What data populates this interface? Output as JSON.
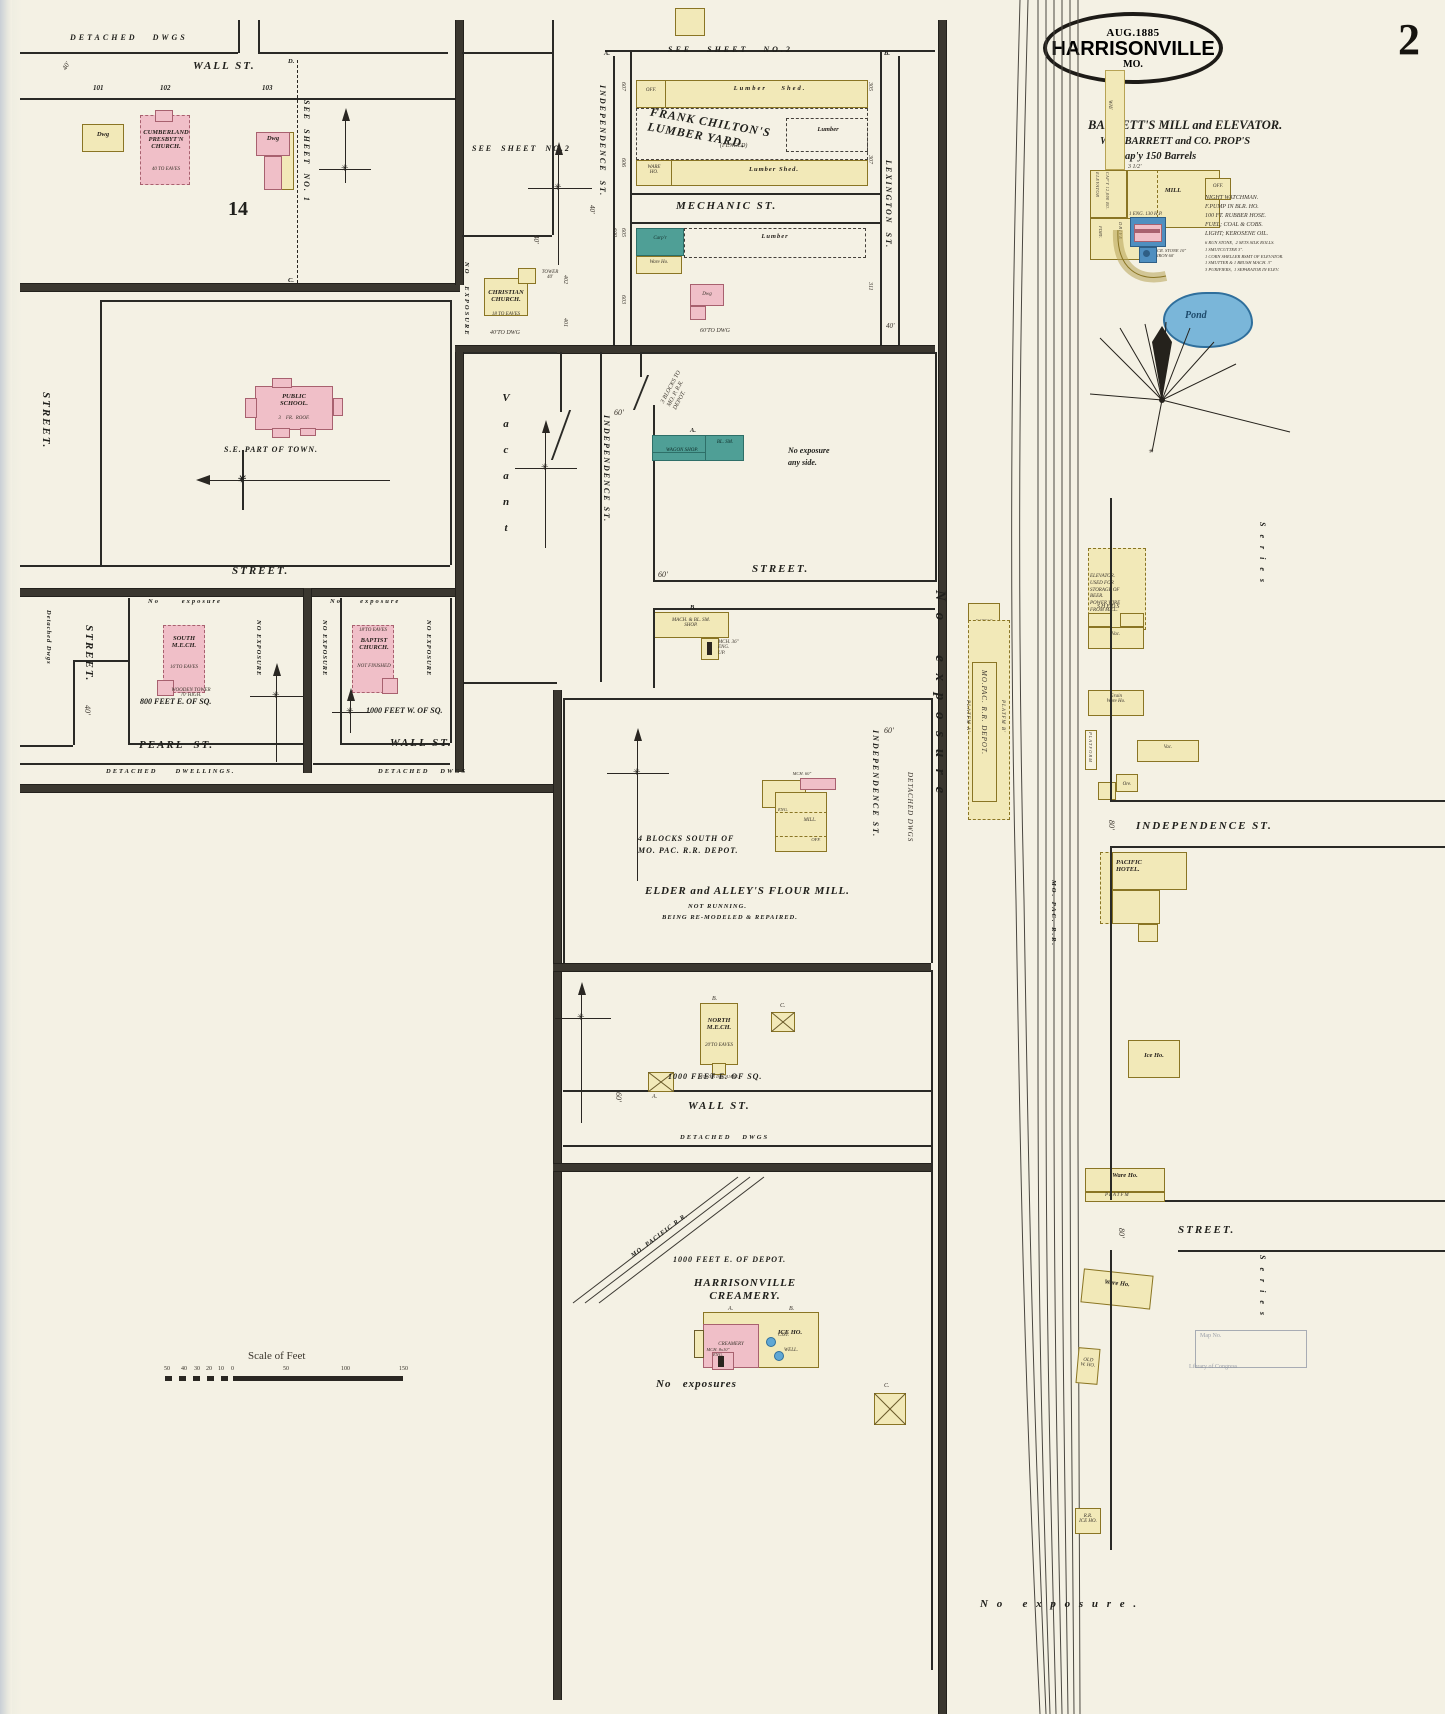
{
  "sheet": {
    "number": "2",
    "title_date": "AUG.1885",
    "title_city": "HARRISONVILLE",
    "title_state": "MO.",
    "scale_label": "Scale of Feet",
    "scale_numbers": [
      "50",
      "40",
      "30",
      "20",
      "10",
      "0",
      "50",
      "100",
      "150"
    ],
    "block_number": "14",
    "colors": {
      "paper": "#f4f1e4",
      "yellow_frame": "#f2e9b8",
      "pink_brick": "#f0bfc8",
      "green_special": "#4f9f96",
      "blue_iron": "#4f8fc0",
      "pond_water": "#7ab6d9",
      "ink": "#25221c"
    }
  },
  "streets": [
    {
      "name": "WALL ST.",
      "id": "wall-st-top"
    },
    {
      "name": "MECHANIC ST.",
      "id": "mechanic-st"
    },
    {
      "name": "INDEPENDENCE ST.",
      "id": "independence-st"
    },
    {
      "name": "LEXINGTON ST.",
      "id": "lexington-st"
    },
    {
      "name": "STREET.",
      "id": "street-school-south"
    },
    {
      "name": "STREET.",
      "id": "street-mid"
    },
    {
      "name": "PEARL ST.",
      "id": "pearl-st"
    },
    {
      "name": "WALL ST.",
      "id": "wall-st-mid"
    },
    {
      "name": "WALL ST.",
      "id": "wall-st-lower"
    },
    {
      "name": "STREET.",
      "id": "street-lower-right"
    },
    {
      "name": "STREET.",
      "id": "street-left-vertical"
    },
    {
      "name": "INDEPENDENCE ST.",
      "id": "independence-st-right"
    }
  ],
  "top_left_block": {
    "detached_note": "DETACHED   DWGS",
    "street": "WALL ST.",
    "width_note": "40'",
    "lot_numbers": [
      "101",
      "102",
      "103"
    ],
    "dwelling_left": "Dwg",
    "church": "CUMBERLAND\nPRESBYT'N\nCHURCH.",
    "church_note": "40 TO EAVES",
    "dwelling_right": "Dwg",
    "see_sheet": "SEE  SHEET  NO. 1",
    "corner_d": "D.",
    "corner_c": "C.",
    "block_number": "14"
  },
  "sheet2_block": {
    "see_sheet": "SEE  SHEET  NO.2",
    "no_exposure": "NO   EXPOSURE",
    "christian_church": "CHRISTIAN\nCHURCH.",
    "christian_note": "18 TO EAVES",
    "tower_note": "TOWER\n40'",
    "dim_40_to_dwg": "40'TO DWG",
    "dim_40": "40'",
    "lot_402": "402",
    "lot_401": "401"
  },
  "lumber_yard": {
    "see_sheet": "SEE   SHEET   NO.2",
    "corner_a": "A.",
    "corner_b": "B.",
    "name": "FRANK CHILTON'S\nLUMBER YARD.",
    "fenced": "(FENCED)",
    "shed_top": "Lumber    Shed.",
    "office": "OFF.",
    "lumber_mid": "Lumber",
    "warehouse": "WARE\nHO.",
    "shed_bottom": "Lumber Shed.",
    "lot_607": "607",
    "lot_606": "606",
    "lot_605": "605",
    "lot_609": "609",
    "lot_603": "603",
    "lot_305": "305",
    "lot_307": "307",
    "lot_311": "311",
    "mechanic_street": "MECHANIC ST.",
    "carpenter": "Carp'r",
    "warehouse2": "Ware Ho.",
    "lumber_lower": "Lumber",
    "dwg": "Dwg",
    "dim_60_to_dwg": "60'TO DWG",
    "dim_40": "40'",
    "independence": "INDEPENDENCE  ST.",
    "lexington": "LEXINGTON  ST."
  },
  "school_block": {
    "name": "PUBLIC\nSCHOOL.",
    "stories": "3    FR.  ROOF.",
    "location": "S.E. PART OF TOWN.",
    "street_west": "STREET.",
    "street_south": "STREET."
  },
  "vacant_block": {
    "label": "V a c a n t",
    "independence": "INDEPENDENCE ST.",
    "dim_60a": "60'",
    "dim_60b": "60'"
  },
  "wagon_shop_block": {
    "blocks_to_depot": "3 BLOCKS TO\nMO. P. R.R.\nDEPOT.",
    "corner_a": "A.",
    "wagon_shop": "WAGON SHOP.",
    "blacksmith": "BL. SM.",
    "no_exposure": "No exposure\nany side.",
    "street": "STREET."
  },
  "machine_shop_block": {
    "corner_b": "B.",
    "label": "MACH. & BL. SM.\nSHOP.",
    "engine_note": "MCH. 36\"\nENG.\nUP."
  },
  "flour_mill_block": {
    "blocks_note": "4 BLOCKS SOUTH OF\nMO. PAC. R.R. DEPOT.",
    "name": "ELDER and ALLEY'S FLOUR MILL.",
    "status1": "NOT RUNNING.",
    "status2": "BEING RE-MODELED & REPAIRED.",
    "mill": "MILL.",
    "engine_label": "MCH. 60\"",
    "eng_label": "ENG.",
    "off_label": "OFF.",
    "independence": "INDEPENDENCE ST.",
    "detached": "DETACHED DWGS",
    "dim_60": "60'"
  },
  "north_me_block": {
    "corner_a": "A.",
    "corner_b": "B.",
    "corner_c": "C.",
    "church": "NORTH\nM.E.CH.",
    "eaves": "20'TO EAVES",
    "tower": "TOWER IS SQUARE",
    "location": "1000 FEET E. OF SQ.",
    "street": "WALL ST.",
    "detached": "DETACHED   DWGS",
    "dim_60": "60'"
  },
  "creamery_block": {
    "railroad": "MO. PACIFIC R.R.",
    "location": "1000 FEET E. OF DEPOT.",
    "name": "HARRISONVILLE\nCREAMERY.",
    "corner_a": "A.",
    "corner_b": "B.",
    "corner_c": "C.",
    "creamery": "CREAMERY",
    "ice_house": "ICE HO.",
    "engine_note": "MCH. 8x10\"\nENG.",
    "cist": "CIST.",
    "well": "WELL.",
    "no_exposures": "No   exposures"
  },
  "south_me_block": {
    "no_exposure_top": "No      exposure",
    "no_exposure_right": "NO EXPOSURE",
    "church": "SOUTH\nM.E.CH.",
    "eaves": "16'TO EAVES",
    "tower": "WOODEN TOWER\n70' HIGH.",
    "location": "800 FEET E. OF SQ.",
    "street": "STREET.",
    "detached": "Detached Dwgs",
    "dim_40": "40'",
    "pearl": "PEARL  ST.",
    "detached_dwellings": "DETACHED     DWELLINGS."
  },
  "baptist_block": {
    "no_exposure_top": "No     exposure",
    "no_exposure_left": "NO EXPOSURE",
    "no_exposure_right": "NO EXPOSURE",
    "church": "BAPTIST\nCHURCH.",
    "eaves": "18'TO EAVES",
    "status": "NOT FINISHED",
    "location": "1000 FEET W. OF SQ.",
    "street": "WALL ST.",
    "detached": "DETACHED   DWGS"
  },
  "barretts_mill": {
    "title": "BARRETT'S MILL and ELEVATOR.",
    "props": "W.H. BARRETT and CO. PROP'S",
    "capacity": "Cap'y 150 Barrels",
    "mill": "MILL",
    "elevator_label": "ELEVATOR",
    "elevator_cap": "CAP'Y 12,000 BU.",
    "office": "OFF.",
    "drive": "DRIVE",
    "fdry": "FDRY.",
    "way": "WAY",
    "engine": "1 ENG. 130 H.P.",
    "boiler": "CR. STONE 10\"\nIRON 60'",
    "notes": [
      "NIGHT WATCHMAN.",
      "F.PUMP IN BLR. HO.",
      "100 FT. RUBBER HOSE.",
      "FUEL; COAL & COBS.",
      "LIGHT; KEROSENE OIL."
    ],
    "notes2": [
      "6 RUN STONE,  2 SETS SILK ROLLS.",
      "1 SMUTCUTTER 3\".",
      "1 CORN SHELLER BSMT OF ELEVATOR.",
      "1 SMUTTER & 1 BRUSH MACH. 3\"",
      "3 PURIFIERS,  1 SEPARATOR IN ELEV."
    ],
    "dim_3half": "3 1/2'"
  },
  "right_strip": {
    "no_exposure_vertical": "N o    e x p o s u r e",
    "no_exposure_label2": "N o   e x p o s u r e .",
    "railroad_label": "MO. PAC. R.R.",
    "eating_house": "EATING\nHO.",
    "depot": "MO.PAC. R.R. DEPOT.",
    "platform_a": "PLATFM A'",
    "platform_b": "PLATFM B'",
    "platform_c": "PLATFM C'",
    "elevator_block": "ELEVATOR.\nUSED FOR\nSTORAGE OF\nBEER.\nPOWER WIRE\nFROM MILL.",
    "sheds": "SHEDS",
    "vac1": "Vac.",
    "grain_warehouse": "Grain\nWare Ho.",
    "vac2": "Vac.",
    "platform_narrow": "PLATFORM",
    "ore": "Ore.",
    "independence_street": "INDEPENDENCE ST.",
    "dim_80a": "80'",
    "pacific_hotel": "PACIFIC\nHOTEL.",
    "ice_house": "Ice Ho.",
    "warehouse1": "Ware Ho.",
    "platform_lbl": "PLATFM",
    "street": "STREET.",
    "warehouse2": "Ware Ho.",
    "old_wh": "OLD\nW. HO.",
    "rr_ice_ho": "R.R.\nICE HO.",
    "dim_80b": "80'",
    "series_vertical": "S e r i e s"
  },
  "pencil_stamp": {
    "line1": "Map No.",
    "line2": "Library of Congress"
  }
}
